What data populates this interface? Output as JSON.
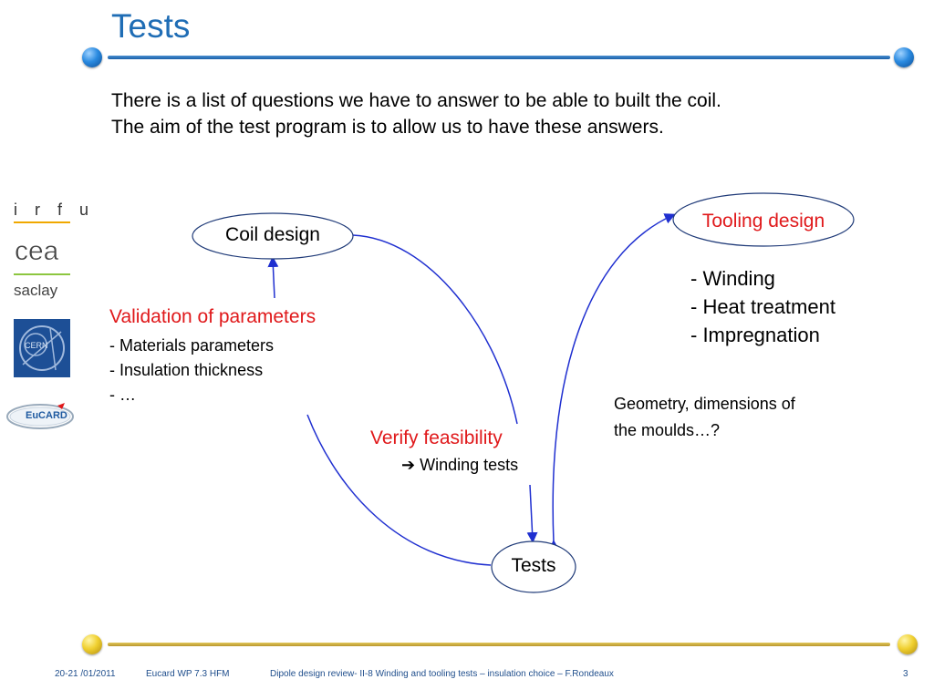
{
  "slide": {
    "title": "Tests",
    "intro": [
      "There is a list of questions we have to answer to be able to built the coil.",
      "The aim of the test program is to allow us to have these answers."
    ]
  },
  "logos": {
    "irfu": "i r f u",
    "cea": "cea",
    "saclay": "saclay",
    "cern": "CERN",
    "eucard": "EuCARD"
  },
  "diagram": {
    "coil_design": "Coil design",
    "tooling_design": "Tooling design",
    "tests": "Tests",
    "validation": {
      "heading": "Validation of parameters",
      "items": [
        "- Materials parameters",
        "- Insulation thickness",
        "- …"
      ]
    },
    "verify": {
      "heading": "Verify  feasibility",
      "arrow": "➔",
      "sub": "Winding tests"
    },
    "tooling_items": [
      "- Winding",
      "- Heat treatment",
      "- Impregnation"
    ],
    "geometry_note": [
      "Geometry, dimensions of",
      "the moulds…?"
    ],
    "colors": {
      "accent_red": "#e0191b",
      "arrow_blue": "#1f2fd0",
      "title_blue": "#1f6db5"
    }
  },
  "footer": {
    "date": "20-21 /01/2011",
    "event": "Eucard WP 7.3 HFM",
    "description": "Dipole design review-  II-8 Winding and tooling tests – insulation choice – F.Rondeaux",
    "page_number": "3"
  }
}
